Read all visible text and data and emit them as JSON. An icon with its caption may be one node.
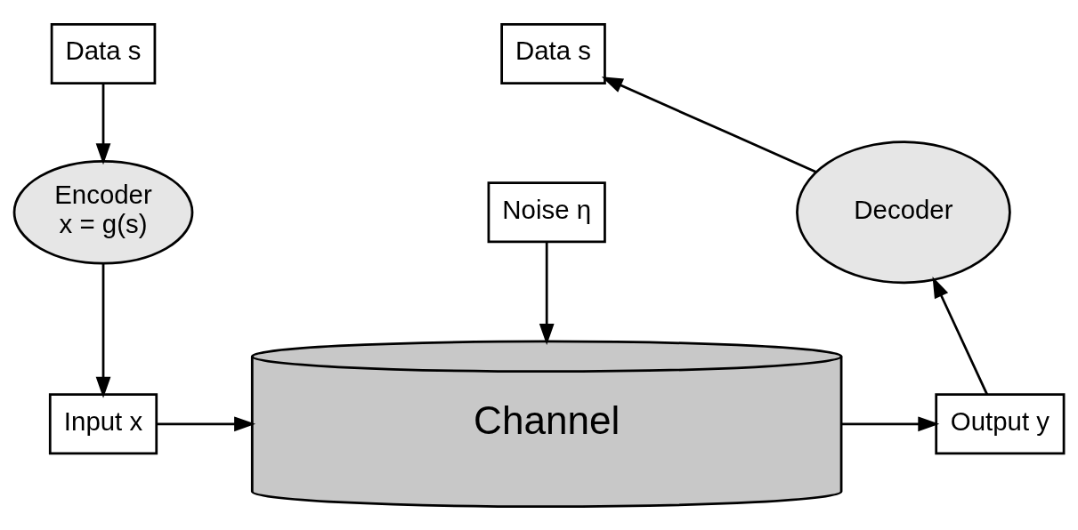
{
  "diagram": {
    "nodes": [
      {
        "text": [
          "Data s"
        ]
      },
      {
        "text": [
          "Encoder",
          "x = g(s)"
        ]
      },
      {
        "text": [
          "Input x"
        ]
      },
      {
        "text": [
          "Channel"
        ]
      },
      {
        "text": [
          "Noise η"
        ]
      },
      {
        "text": [
          "Output y"
        ]
      },
      {
        "text": [
          "Decoder"
        ]
      },
      {
        "text": [
          "Data s"
        ]
      }
    ],
    "edges": [
      {
        "from": 0,
        "to": 1,
        "arrow": "to"
      },
      {
        "from": 1,
        "to": 2,
        "arrow": "to"
      },
      {
        "from": 2,
        "to": 3,
        "arrow": "to"
      },
      {
        "from": 4,
        "to": 3,
        "arrow": "to"
      },
      {
        "from": 3,
        "to": 5,
        "arrow": "to"
      },
      {
        "from": 5,
        "to": 6,
        "arrow": "to"
      },
      {
        "from": 6,
        "to": 7,
        "arrow": "to"
      }
    ]
  }
}
